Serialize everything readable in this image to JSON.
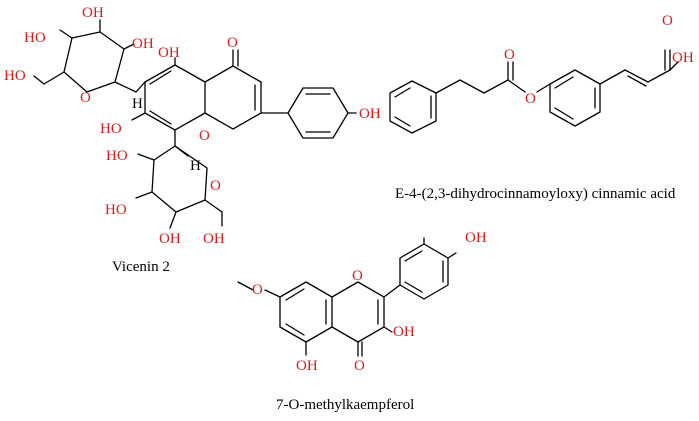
{
  "captions": {
    "vicenin": "Vicenin 2",
    "cinnamic": "E-4-(2,3-dihydrocinnamoyloxy) cinnamic acid",
    "kaempferol": "7-O-methylkaempferol"
  },
  "labels": {
    "oh": "OH",
    "ho": "HO",
    "o": "O",
    "h": "H"
  },
  "colors": {
    "heteroatom": "#d31f1f",
    "bond": "#000000",
    "background": "#ffffff"
  }
}
